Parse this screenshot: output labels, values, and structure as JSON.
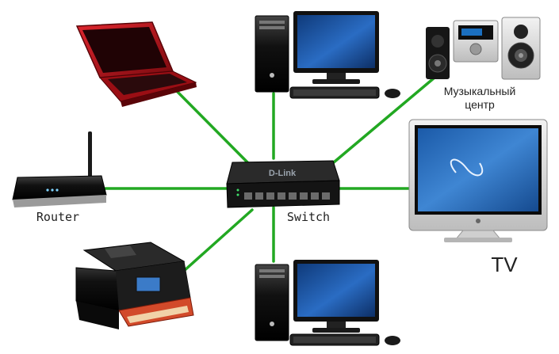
{
  "diagram": {
    "labels": {
      "router": "Router",
      "switch": "Switch",
      "music_center_line1": "Музыкальный",
      "music_center_line2": "центр",
      "tv": "TV",
      "switch_brand": "D-Link"
    },
    "colors": {
      "link": "#22a822",
      "background": "#ffffff",
      "laptop_red": "#b3121a",
      "device_dark": "#1b1b1b",
      "screen_blue": "#1e4f9a"
    }
  }
}
